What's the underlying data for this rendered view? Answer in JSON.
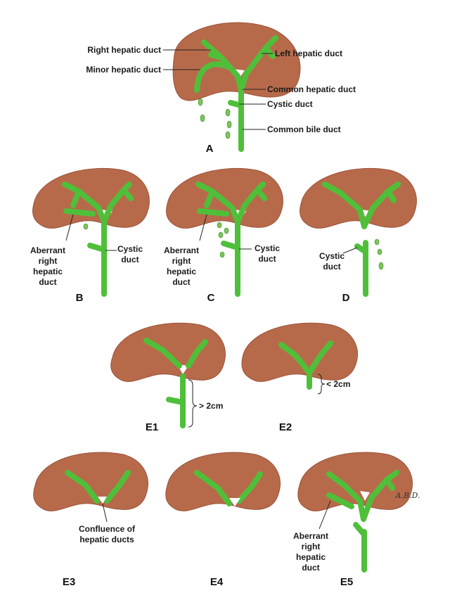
{
  "colors": {
    "liver": "#b76a4a",
    "liver_shadow": "#9a5238",
    "duct": "#4fbf3a",
    "duct_dark": "#2e8a22",
    "bile": "#7fc45a"
  },
  "panels": {
    "A": "A",
    "B": "B",
    "C": "C",
    "D": "D",
    "E1": "E1",
    "E2": "E2",
    "E3": "E3",
    "E4": "E4",
    "E5": "E5"
  },
  "labels": {
    "right_hepatic_duct": "Right hepatic duct",
    "minor_hepatic_duct": "Minor hepatic duct",
    "left_hepatic_duct": "Left hepatic duct",
    "common_hepatic_duct": "Common hepatic duct",
    "cystic_duct": "Cystic duct",
    "common_bile_duct": "Common bile duct",
    "b_aberrant": [
      "Aberrant",
      "right",
      "hepatic",
      "duct"
    ],
    "b_cystic": [
      "Cystic",
      "duct"
    ],
    "c_aberrant": [
      "Aberrant",
      "right",
      "hepatic",
      "duct"
    ],
    "c_cystic": [
      "Cystic",
      "duct"
    ],
    "d_cystic": [
      "Cystic",
      "duct"
    ],
    "e1_measure": "> 2cm",
    "e2_measure": "< 2cm",
    "e3_confluence": [
      "Confluence of",
      "hepatic ducts"
    ],
    "e5_aberrant": [
      "Aberrant",
      "right",
      "hepatic",
      "duct"
    ],
    "signature": "A.B.D."
  }
}
